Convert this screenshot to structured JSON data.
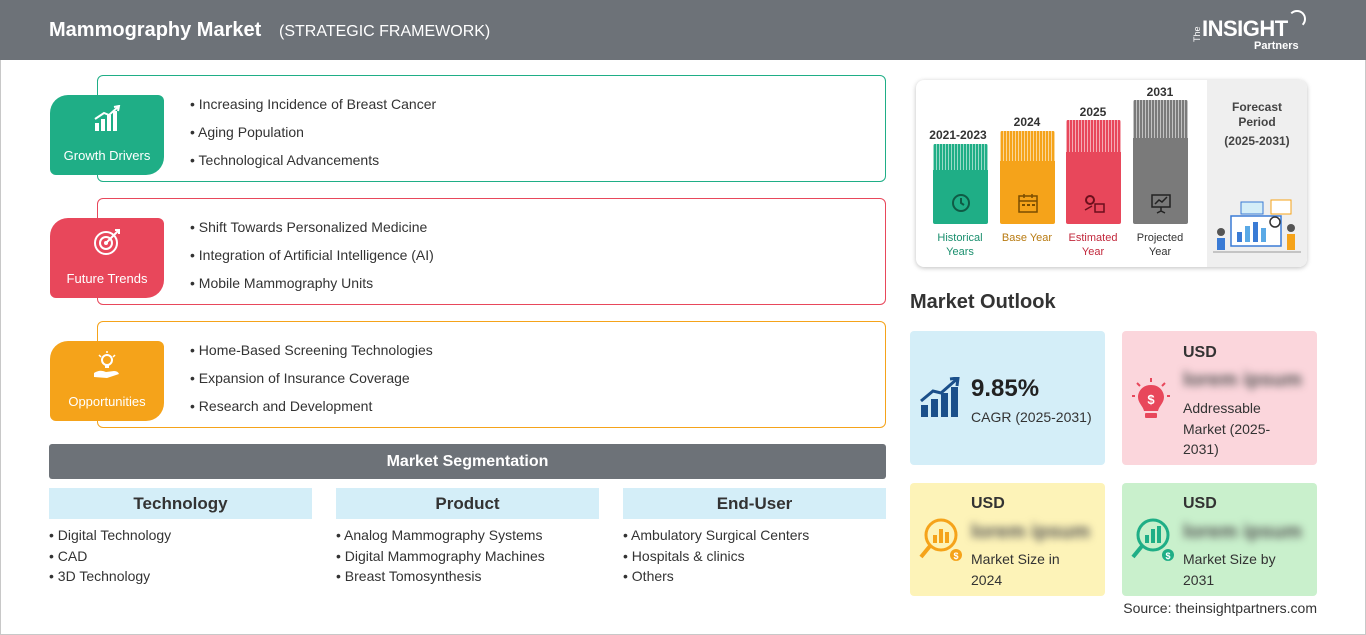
{
  "header": {
    "title": "Mammography Market",
    "subtitle": "(STRATEGIC FRAMEWORK)",
    "logo": {
      "the": "The",
      "main": "INSIGHT",
      "partners": "Partners"
    }
  },
  "framework": [
    {
      "label": "Growth Drivers",
      "color": "#1fae86",
      "icon": "bar-growth-icon",
      "items": [
        "Increasing Incidence of Breast Cancer",
        "Aging Population",
        "Technological Advancements"
      ]
    },
    {
      "label": "Future Trends",
      "color": "#e8475b",
      "icon": "target-icon",
      "items": [
        "Shift Towards Personalized Medicine",
        "Integration of Artificial Intelligence (AI)",
        "Mobile Mammography Units"
      ]
    },
    {
      "label": "Opportunities",
      "color": "#f5a31a",
      "icon": "lightbulb-hand-icon",
      "items": [
        "Home-Based Screening Technologies",
        "Expansion of Insurance Coverage",
        "Research and Development"
      ]
    }
  ],
  "segmentation": {
    "title": "Market Segmentation",
    "columns": [
      {
        "heading": "Technology",
        "items": [
          "Digital Technology",
          "CAD",
          "3D Technology"
        ]
      },
      {
        "heading": "Product",
        "items": [
          "Analog Mammography Systems",
          "Digital Mammography Machines",
          "Breast Tomosynthesis"
        ]
      },
      {
        "heading": "End-User",
        "items": [
          "Ambulatory Surgical Centers",
          "Hospitals & clinics",
          "Others"
        ]
      }
    ]
  },
  "timeline": {
    "bars": [
      {
        "year": "2021-2023",
        "label": "Historical Years",
        "color": "#1fae86",
        "year_color": "#1a8f6e"
      },
      {
        "year": "2024",
        "label": "Base Year",
        "color": "#f5a31a",
        "year_color": "#b87a10"
      },
      {
        "year": "2025",
        "label": "Estimated Year",
        "color": "#e8475b",
        "year_color": "#c2283c"
      },
      {
        "year": "2031",
        "label": "Projected Year",
        "color": "#7a7a7a",
        "year_color": "#333333"
      }
    ],
    "forecast": {
      "line1": "Forecast",
      "line2": "Period",
      "line3": "(2025-2031)"
    }
  },
  "outlook": {
    "title": "Market Outlook",
    "cagr": {
      "value": "9.85%",
      "label": "CAGR (2025-2031)",
      "bg": "#d4eef8"
    },
    "addressable": {
      "currency": "USD",
      "value": "lorem ipsum",
      "label": "Addressable Market (2025-2031)",
      "bg": "#fbd6dc"
    },
    "size_2024": {
      "currency": "USD",
      "value": "lorem ipsum",
      "label": "Market Size in 2024",
      "bg": "#fdf3b8"
    },
    "size_2031": {
      "currency": "USD",
      "value": "lorem ipsum",
      "label": "Market Size by 2031",
      "bg": "#c9f0cc"
    }
  },
  "source": "Source: theinsightpartners.com"
}
